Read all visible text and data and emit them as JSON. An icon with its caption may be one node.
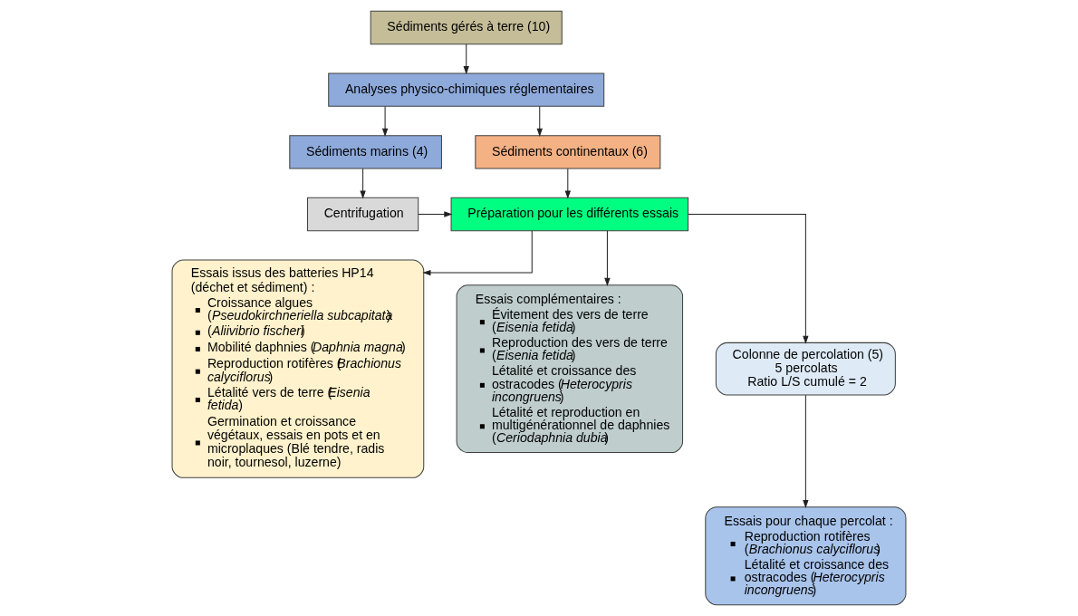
{
  "diagram": {
    "nodes": [
      {
        "text": [
          "Sédiments gérés à terre (10)"
        ]
      },
      {
        "text": [
          "Analyses physico-chimiques réglementaires"
        ]
      },
      {
        "text": [
          "Sédiments marins (4)"
        ]
      },
      {
        "text": [
          "Sédiments continentaux (6)"
        ]
      },
      {
        "text": [
          "Centrifugation"
        ]
      },
      {
        "text": [
          "Préparation pour les différents essais"
        ]
      },
      {
        "text": [
          "Essais issus des batteries HP14 (déchet et sédiment) :",
          "Croissance algues (*Pseudokirchneriella subcapitata*)",
          "(*Aliivibrio fischeri*)",
          "Mobilité daphnies (*Daphnia magna*)",
          "Reproduction rotifères (*Brachionus calyciflorus*)",
          "Létalité vers de terre (*Eisenia fetida*)",
          "Germination et croissance végétaux, essais en pots et en microplaques (Blé tendre, radis noir, tournesol, luzerne)"
        ]
      },
      {
        "text": [
          "Essais complémentaires :",
          "Évitement des vers de terre (*Eisenia fetida*)",
          "Reproduction des vers de terre (*Eisenia fetida*)",
          "Létalité et croissance des ostracodes (*Heterocypris incongruens*)",
          "Létalité et reproduction en multigénérationnel de daphnies (*Ceriodaphnia dubia*)"
        ]
      },
      {
        "text": [
          "Colonne de percolation (5)",
          "5 percolats",
          "Ratio L/S cumulé = 2"
        ]
      },
      {
        "text": [
          "Essais pour chaque percolat :",
          "Reproduction rotifères (*Brachionus calyciflorus*)",
          "Létalité et croissance des ostracodes (*Heterocypris incongruens*)"
        ]
      }
    ],
    "edges": [
      {
        "from": 0,
        "to": 1,
        "arrow": "to"
      },
      {
        "from": 1,
        "to": 2,
        "arrow": "to"
      },
      {
        "from": 1,
        "to": 3,
        "arrow": "to"
      },
      {
        "from": 2,
        "to": 4,
        "arrow": "to"
      },
      {
        "from": 4,
        "to": 5,
        "arrow": "to"
      },
      {
        "from": 3,
        "to": 5,
        "arrow": "to"
      },
      {
        "from": 5,
        "to": 6,
        "arrow": "to"
      },
      {
        "from": 5,
        "to": 7,
        "arrow": "to"
      },
      {
        "from": 5,
        "to": 8,
        "arrow": "to"
      },
      {
        "from": 8,
        "to": 9,
        "arrow": "to"
      }
    ]
  }
}
